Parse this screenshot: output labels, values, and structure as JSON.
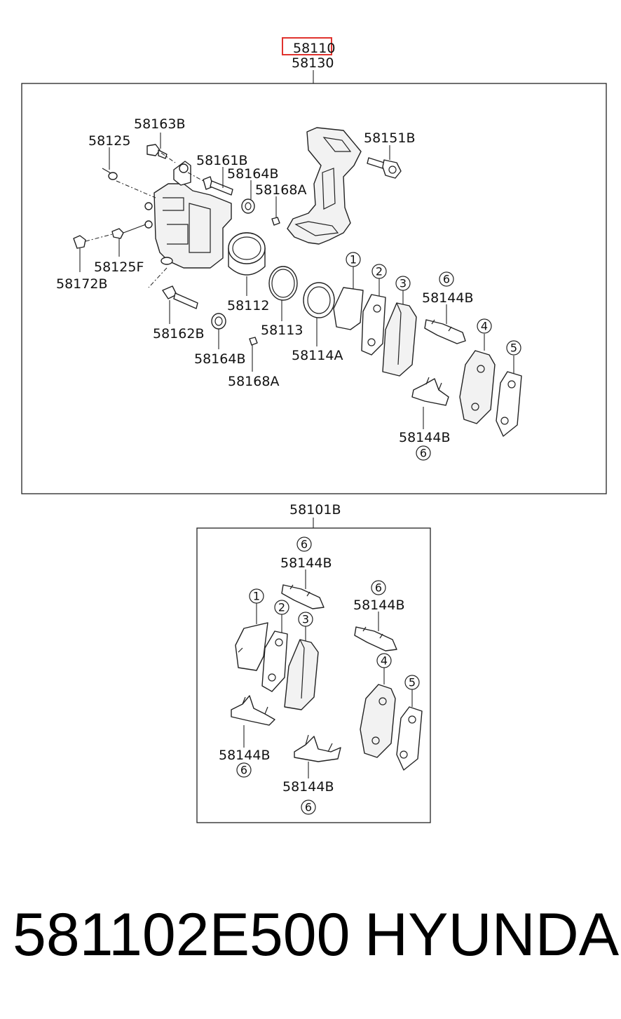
{
  "highlighted_part": "58110",
  "assembly_part": "58130",
  "caliper_labels": {
    "l58163B": "58163B",
    "l58125": "58125",
    "l58161B": "58161B",
    "l58164B_top": "58164B",
    "l58168A_top": "58168A",
    "l58151B": "58151B",
    "l58172B": "58172B",
    "l58125F": "58125F",
    "l58112": "58112",
    "l58113": "58113",
    "l58114A": "58114A",
    "l58162B": "58162B",
    "l58164B_bottom": "58164B",
    "l58168A_bottom": "58168A",
    "l58144B_upper": "58144B",
    "l58144B_lower": "58144B"
  },
  "pad_kit_part": "58101B",
  "pad_kit_labels": {
    "l58144B_a": "58144B",
    "l58144B_b": "58144B",
    "l58144B_c": "58144B",
    "l58144B_d": "58144B"
  },
  "callouts": {
    "c1": "1",
    "c2": "2",
    "c3": "3",
    "c4": "4",
    "c5": "5",
    "c6": "6"
  },
  "footer": {
    "part_number": "581102E500",
    "brand": "HYUNDAI"
  },
  "colors": {
    "highlight": "#e0332e",
    "ink": "#111111"
  }
}
